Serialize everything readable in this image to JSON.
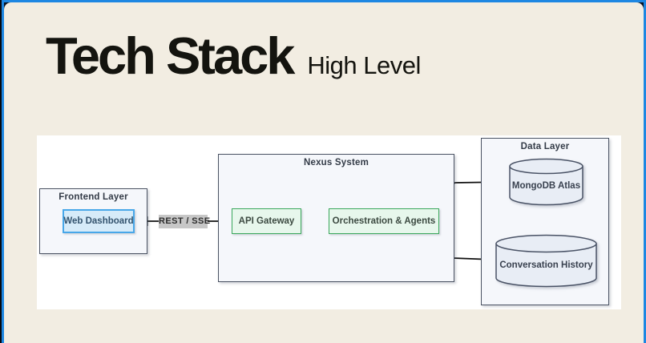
{
  "title": {
    "main": "Tech Stack",
    "subtitle": "High Level"
  },
  "diagram": {
    "frontend_layer": {
      "label": "Frontend Layer",
      "web_dashboard": "Web Dashboard"
    },
    "nexus_system": {
      "label": "Nexus System",
      "api_gateway": "API Gateway",
      "orchestration": "Orchestration & Agents"
    },
    "data_layer": {
      "label": "Data Layer",
      "mongodb": "MongoDB Atlas",
      "conversation_history": "Conversation History"
    },
    "edges": [
      {
        "from": "Web Dashboard",
        "to": "API Gateway",
        "label": "REST / SSE",
        "bidirectional": true
      },
      {
        "from": "API Gateway",
        "to": "Orchestration & Agents",
        "label": "",
        "bidirectional": true
      },
      {
        "from": "Orchestration & Agents",
        "to": "MongoDB Atlas",
        "label": "",
        "bidirectional": true
      },
      {
        "from": "Orchestration & Agents",
        "to": "Conversation History",
        "label": "",
        "bidirectional": true
      }
    ]
  },
  "colors": {
    "slide_background": "#f2ede2",
    "selection_border_blue": "#1e87e2",
    "canvas_white": "#ffffff",
    "group_fill": "#f5f7fb",
    "group_border": "#4a5262",
    "node_green_fill": "#e7f7ec",
    "node_green_border": "#3aa85b",
    "node_blue_fill": "#d6ebf9",
    "node_blue_border": "#48a7e9",
    "cylinder_fill": "#e8edf5",
    "edge_label_background": "#c7c7c7",
    "arrow_black": "#101010"
  }
}
